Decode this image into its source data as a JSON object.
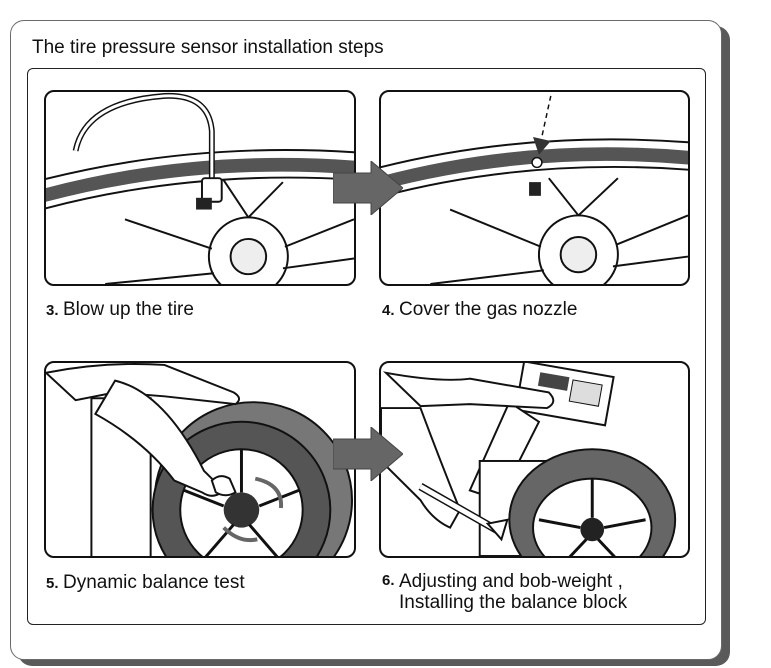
{
  "title": "The tire pressure sensor installation steps",
  "steps": [
    {
      "number": "3.",
      "text": "Blow up the tire"
    },
    {
      "number": "4.",
      "text": "Cover the gas nozzle"
    },
    {
      "number": "5.",
      "text": "Dynamic balance test"
    },
    {
      "number": "6.",
      "text_line1": "Adjusting and bob-weight ,",
      "text_line2": "Installing  the balance block"
    }
  ]
}
